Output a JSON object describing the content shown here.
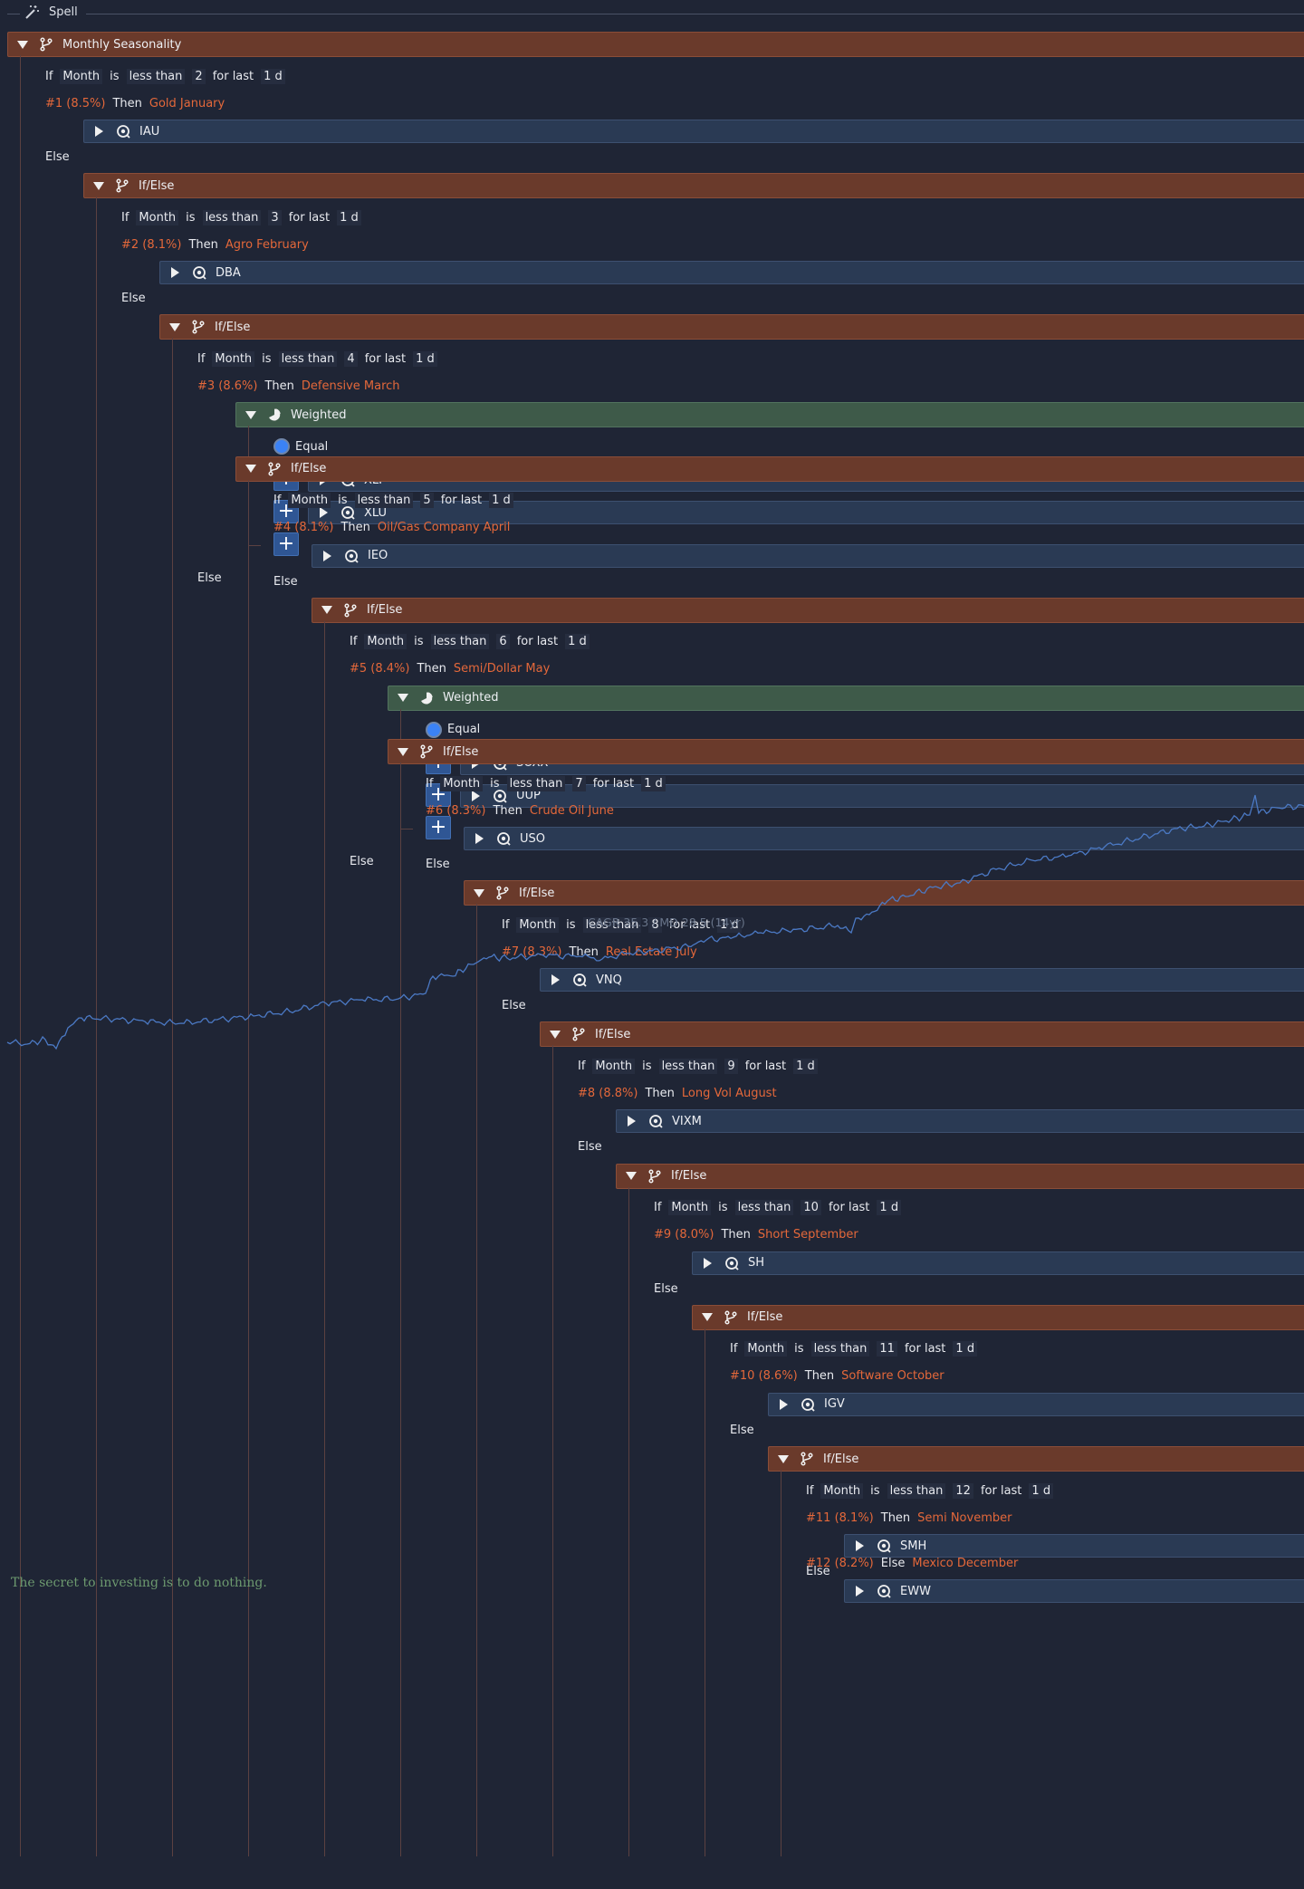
{
  "app_title": "Spell",
  "root": {
    "label": "Monthly Seasonality"
  },
  "ifelse_label": "If/Else",
  "weighted_label": "Weighted",
  "equal_label": "Equal",
  "else_label": "Else",
  "cond_words": {
    "if": "If",
    "month": "Month",
    "is": "is",
    "op": "less than",
    "for_last": "for last",
    "window": "1 d",
    "then": "Then",
    "else": "Else"
  },
  "branches": [
    {
      "value": "2",
      "rank": "#1 (8.5%)",
      "name": "Gold January",
      "assets": [
        "IAU"
      ]
    },
    {
      "value": "3",
      "rank": "#2 (8.1%)",
      "name": "Agro February",
      "assets": [
        "DBA"
      ]
    },
    {
      "value": "4",
      "rank": "#3 (8.6%)",
      "name": "Defensive March",
      "weighted": true,
      "assets": [
        "XLP",
        "XLU"
      ]
    },
    {
      "value": "5",
      "rank": "#4 (8.1%)",
      "name": "Oil/Gas Company April",
      "assets": [
        "IEO"
      ]
    },
    {
      "value": "6",
      "rank": "#5 (8.4%)",
      "name": "Semi/Dollar May",
      "weighted": true,
      "assets": [
        "SOXX",
        "UUP"
      ]
    },
    {
      "value": "7",
      "rank": "#6 (8.3%)",
      "name": "Crude Oil June",
      "assets": [
        "USO"
      ]
    },
    {
      "value": "8",
      "rank": "#7 (8.3%)",
      "name": "Real Estate July",
      "assets": [
        "VNQ"
      ]
    },
    {
      "value": "9",
      "rank": "#8 (8.8%)",
      "name": "Long Vol August",
      "assets": [
        "VIXM"
      ]
    },
    {
      "value": "10",
      "rank": "#9 (8.0%)",
      "name": "Short September",
      "assets": [
        "SH"
      ]
    },
    {
      "value": "11",
      "rank": "#10 (8.6%)",
      "name": "Software October",
      "assets": [
        "IGV"
      ]
    },
    {
      "value": "12",
      "rank": "#11 (8.1%)",
      "name": "Semi November",
      "assets": [
        "SMH"
      ]
    }
  ],
  "final_else": {
    "rank": "#12 (8.2%)",
    "name": "Mexico December",
    "assets": [
      "EWW"
    ]
  },
  "backtest": {
    "stats": "CAGR 35.3 / MD 28.5 (14yr)"
  },
  "quote": "The secret to investing is to do nothing.",
  "colors": {
    "background": "#1f2535",
    "ifelse": "#6a3a2b",
    "asset": "#2a3a54",
    "weighted": "#3e5a49",
    "accent": "#e4683a",
    "equity_line": "#4b79c4",
    "quote": "#6d9a6f"
  }
}
